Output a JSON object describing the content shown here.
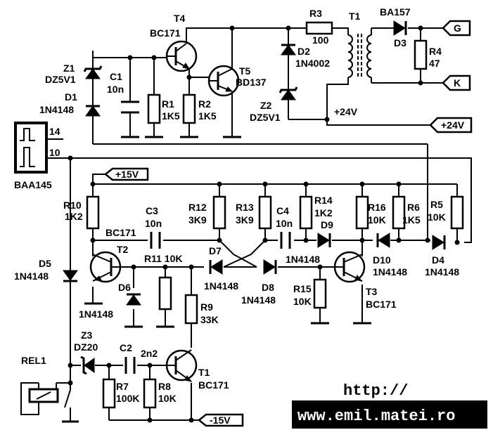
{
  "diagram": {
    "ic": {
      "name": "BAA145",
      "pin_a": "14",
      "pin_b": "10"
    },
    "labels": {
      "T4": [
        "T4",
        "BC171"
      ],
      "T5": [
        "T5",
        "BD137"
      ],
      "Z1": [
        "Z1",
        "DZ5V1"
      ],
      "C1": [
        "C1",
        "10n"
      ],
      "D1": [
        "D1",
        "1N4148"
      ],
      "R1": [
        "R1",
        "1K5"
      ],
      "R2": [
        "R2",
        "1K5"
      ],
      "R3": [
        "R3",
        "100"
      ],
      "T1x": [
        "T1"
      ],
      "D2": [
        "D2",
        "1N4002"
      ],
      "Z2": [
        "Z2",
        "DZ5V1"
      ],
      "D3": [
        "BA157",
        "D3"
      ],
      "R4": [
        "R4",
        "47"
      ],
      "R10": [
        "R10",
        "1K2"
      ],
      "C3": [
        "C3",
        "10n"
      ],
      "R12": [
        "R12",
        "3K9"
      ],
      "R13": [
        "R13",
        "3K9"
      ],
      "C4": [
        "C4",
        "10n"
      ],
      "R14": [
        "R14",
        "1K2"
      ],
      "R16": [
        "R16",
        "10K"
      ],
      "R6": [
        "R6",
        "1K5"
      ],
      "R5": [
        "R5",
        "10K"
      ],
      "T2": [
        "BC171",
        "T2"
      ],
      "R11": [
        "R11 10K"
      ],
      "D7": [
        "D7",
        "1N4148"
      ],
      "D9": [
        "D9",
        "1N4148"
      ],
      "D10": [
        "D10",
        "1N4148"
      ],
      "D4": [
        "D4",
        "1N4148"
      ],
      "D5": [
        "D5",
        "1N4148"
      ],
      "D6": [
        "D6",
        "1N4148"
      ],
      "D8": [
        "D8",
        "1N4148"
      ],
      "R15": [
        "R15",
        "10K"
      ],
      "T3": [
        "T3",
        "BC171"
      ],
      "R9": [
        "R9",
        "33K"
      ],
      "REL1": [
        "REL1"
      ],
      "Z3": [
        "Z3",
        "DZ20"
      ],
      "C2": [
        "C2",
        "2n2"
      ],
      "T1": [
        "T1",
        "BC171"
      ],
      "R7": [
        "R7",
        "100K"
      ],
      "R8": [
        "R8",
        "10K"
      ]
    },
    "terminals": {
      "G": "G",
      "K": "K",
      "v24": "+24V",
      "v24_out": "+24V",
      "p15": "+15V",
      "m15": "-15V"
    },
    "url": {
      "line1": "http://",
      "line2": "www.emil.matei.ro"
    }
  }
}
